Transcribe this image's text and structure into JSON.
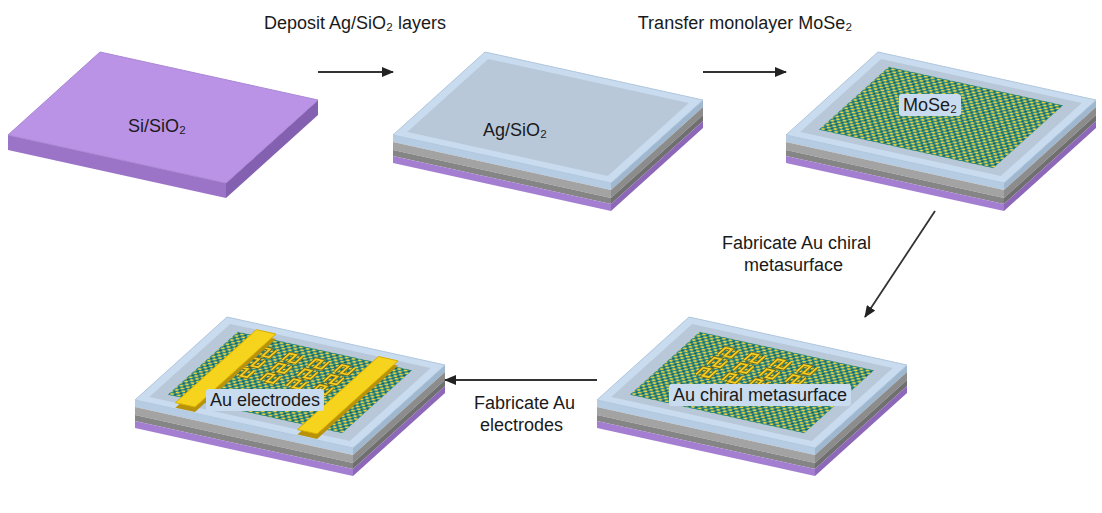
{
  "diagram": {
    "nodes": [
      {
        "text": [
          "Si/SiO₂"
        ]
      },
      {
        "text": [
          "Ag/SiO₂"
        ]
      },
      {
        "text": [
          "MoSe₂"
        ]
      },
      {
        "text": [
          "Au chiral metasurface"
        ]
      },
      {
        "text": [
          "Au electrodes"
        ]
      }
    ],
    "edges": [
      {
        "from": 0,
        "to": 1,
        "arrow": "to",
        "label": "Deposit Ag/SiO₂ layers"
      },
      {
        "from": 1,
        "to": 2,
        "arrow": "to",
        "label": "Transfer monolayer MoSe₂"
      },
      {
        "from": 2,
        "to": 3,
        "arrow": "to",
        "label": "Fabricate Au chiral metasurface"
      },
      {
        "from": 3,
        "to": 4,
        "arrow": "to",
        "label": "Fabricate Au electrodes"
      }
    ]
  }
}
